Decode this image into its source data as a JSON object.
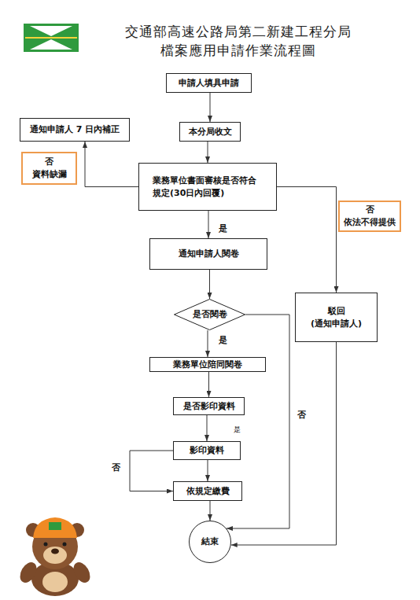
{
  "diagram": {
    "title": "交通部高速公路局第二新建工程分局 檔案應用申請作業流程圖",
    "nodes": [
      {
        "text": [
          "申請人填具申請"
        ]
      },
      {
        "text": [
          "通知申請人 7 日內補正"
        ]
      },
      {
        "text": [
          "本分局收文"
        ]
      },
      {
        "text": [
          "業務單位書面審核是否符合 規定(30日內回覆)"
        ]
      },
      {
        "text": [
          "通知申請人閱卷"
        ]
      },
      {
        "text": [
          "是否閱卷"
        ]
      },
      {
        "text": [
          "駁回 (通知申請人)"
        ]
      },
      {
        "text": [
          "業務單位陪同閱卷"
        ]
      },
      {
        "text": [
          "是否影印資料"
        ]
      },
      {
        "text": [
          "影印資料"
        ]
      },
      {
        "text": [
          "依規定繳費"
        ]
      },
      {
        "text": [
          "結束"
        ]
      }
    ],
    "edges": [
      {
        "from": 0,
        "to": 2,
        "arrow": "to"
      },
      {
        "from": 2,
        "to": 3,
        "arrow": "to"
      },
      {
        "from": 3,
        "to": 1,
        "label": "否 資料缺漏",
        "arrow": "to"
      },
      {
        "from": 3,
        "to": 4,
        "label": "是",
        "arrow": "to"
      },
      {
        "from": 3,
        "to": 6,
        "label": "否 依法不得提供",
        "arrow": "to"
      },
      {
        "from": 4,
        "to": 5,
        "arrow": "to"
      },
      {
        "from": 5,
        "to": 7,
        "label": "是",
        "arrow": "to"
      },
      {
        "from": 5,
        "to": 11,
        "label": "否",
        "arrow": "to"
      },
      {
        "from": 6,
        "to": 11,
        "arrow": "to"
      },
      {
        "from": 7,
        "to": 8,
        "arrow": "to"
      },
      {
        "from": 8,
        "to": 9,
        "label": "是",
        "arrow": "to"
      },
      {
        "from": 9,
        "to": 10,
        "arrow": "to"
      },
      {
        "from": 9,
        "to": 10,
        "label": "否",
        "arrow": "to"
      },
      {
        "from": 10,
        "to": 11,
        "arrow": "to"
      }
    ]
  }
}
